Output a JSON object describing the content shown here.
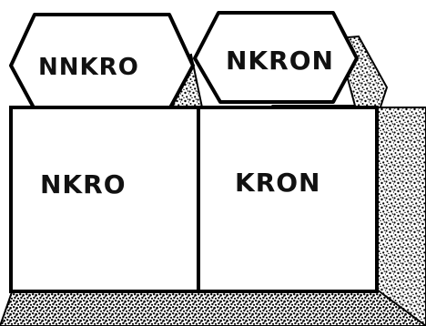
{
  "labels": {
    "left_hexagon": "NNKRO",
    "right_hexagon": "NKRON",
    "left_cube_face": "NKRO",
    "right_cube_face": "KRON"
  }
}
